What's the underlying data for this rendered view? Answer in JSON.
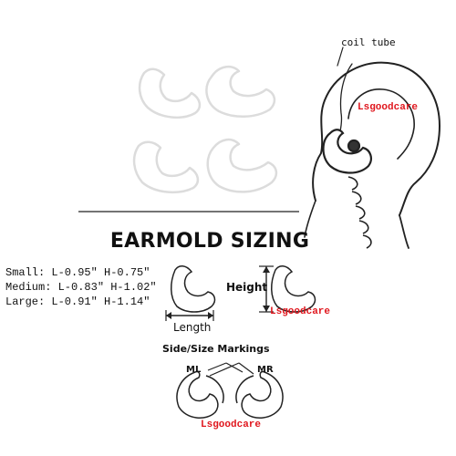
{
  "labels": {
    "coil_tube": "coil tube",
    "brand_top": "Lsgoodcare",
    "title": "EARMOLD SIZING",
    "height": "Height",
    "brand_height": "Lsgoodcare",
    "length": "Length",
    "side_size_markings": "Side/Size Markings",
    "marking_ml": "ML",
    "marking_mr": "MR",
    "brand_bottom": "Lsgoodcare"
  },
  "sizes": [
    {
      "text": "Small: L-0.95″ H-0.75″"
    },
    {
      "text": "Medium: L-0.83″ H-1.02″"
    },
    {
      "text": "Large: L-0.91″ H-1.14″"
    }
  ],
  "colors": {
    "brand": "#e0171e",
    "line": "#222222",
    "earmold_outline": "#dcdcdc"
  }
}
